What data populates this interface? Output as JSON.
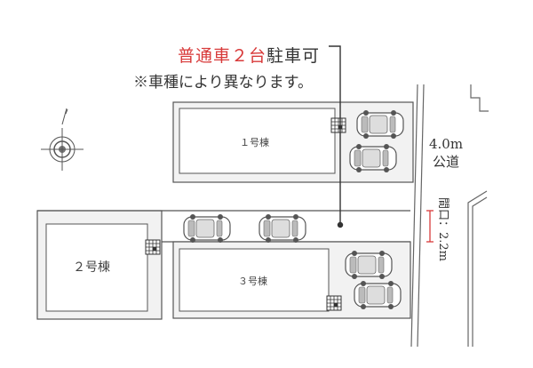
{
  "callout": {
    "red_text": "普通車２台",
    "black_text": "駐車可",
    "note": "※車種により異なります。"
  },
  "road": {
    "width_label": "4.0m",
    "type_label": "公道"
  },
  "frontage_label": "間口：2.2m",
  "lots": {
    "lot1": "１号棟",
    "lot2": "２号棟",
    "lot3": "３号棟"
  },
  "icons": [
    "compass-rose-icon",
    "car-icon",
    "meter-box-icon"
  ],
  "colors": {
    "red": "#d83a3a",
    "line": "#555555",
    "fill": "#f2f2f2"
  }
}
